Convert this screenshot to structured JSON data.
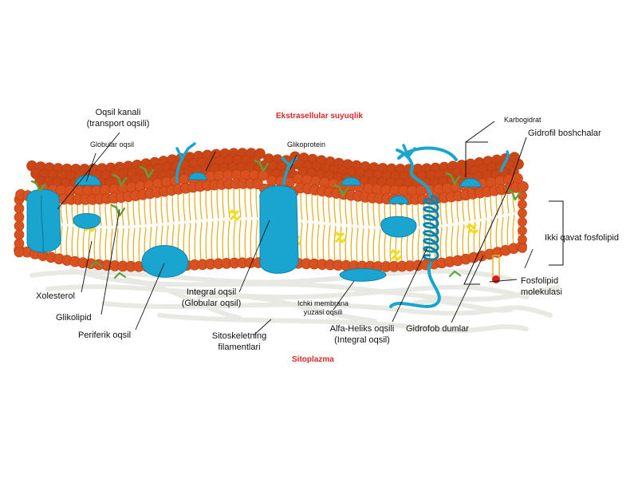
{
  "colors": {
    "head": "#d9511e",
    "head_dark": "#b53c12",
    "tail": "#e8b020",
    "protein": "#1aa5d0",
    "protein_dark": "#0b84ad",
    "glyco": "#5aa23c",
    "cholesterol": "#f2dc1a",
    "filament": "#e9e9e4",
    "region_label": "#d42a2a",
    "leader": "#111111"
  },
  "regions": {
    "extracellular": "Ekstrasellular suyuqlik",
    "cytoplasm": "Sitoplazma"
  },
  "labels": {
    "protein_channel": [
      "Oqsil kanali",
      "(transport oqsili)"
    ],
    "globular_protein": "Globular oqsil",
    "glycoprotein": "Glikoprotein",
    "carbohydrate": "Karbogidrat",
    "hydrophilic_heads": "Gidrofil boshchalar",
    "bilayer": "Ikki qavat fosfolipid",
    "phospholipid": [
      "Fosfolipid",
      "molekulasi"
    ],
    "cholesterol": "Xolesterol",
    "glycolipid": "Glikolipid",
    "peripheral_protein": "Periferik oqsil",
    "integral_protein": [
      "Integral oqsil",
      "(Globular oqsil)"
    ],
    "inner_surface_protein": [
      "Ichki membrana",
      "yuzasi oqsili"
    ],
    "cytoskeleton": [
      "Sitoskeletning",
      "filamentlari"
    ],
    "alpha_helix": [
      "Alfa-Heliks oqsili",
      "(Integral oqsil)"
    ],
    "hydrophobic_tails": "Gidrofob dumlar"
  }
}
